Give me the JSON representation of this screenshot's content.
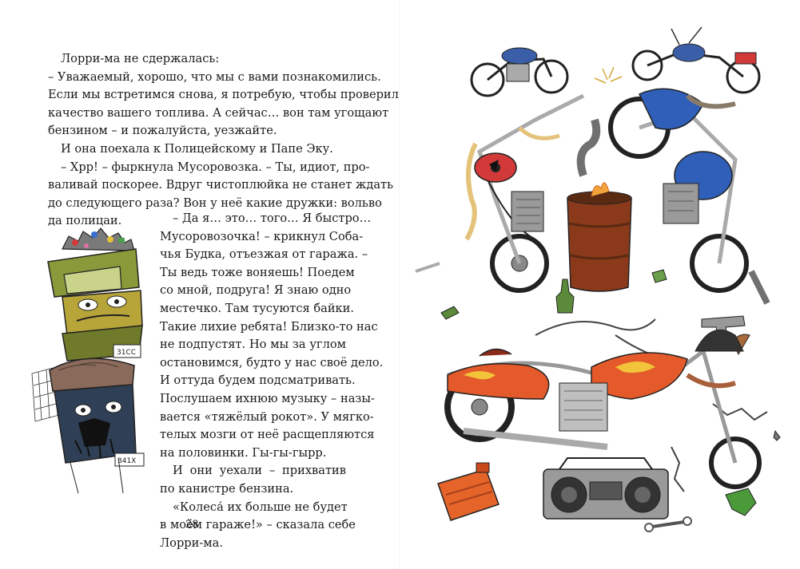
{
  "book": {
    "left_page": {
      "page_number": "28",
      "top_lines": [
        "Лорри-ма не сдержалась:",
        "– Уважаемый, хорошо, что мы с вами познакомились.",
        "Если мы встретимся снова, я потребую, чтобы проверили",
        "качество вашего топлива. А сейчас… вон там угощают",
        "бензином – и пожалуйста, уезжайте.",
        "И она поехала к Полицейскому и Папе Эку.",
        "– Хрр! – фыркнула Мусоровозка. – Ты, идиот, про-",
        "валивай поскорее. Вдруг чистоплюйка не станет ждать",
        "до следующего раза? Вон у неё какие дружки: вольво",
        "да полицаи."
      ],
      "column_lines": [
        "– Да я… это… того… Я быстро…",
        "Мусоровозочка! – крикнул Соба-",
        "чья Будка, отъезжая от гаража. –",
        "Ты ведь тоже воняешь! Поедем",
        "со мной, подруга! Я знаю одно",
        "местечко. Там тусуются байки.",
        "Такие лихие ребята! Близко-то нас",
        "не подпустят. Но мы за углом",
        "остановимся, будто у нас своё дело.",
        "И оттуда будем подсматривать.",
        "Послушаем ихнюю музыку – назы-",
        "вается «тяжёлый рокот». У мягко-",
        "телых мозги от неё расщепляются",
        "на половинки. Гы-гы-гырр.",
        "И они уехали – прихватив",
        "по канистре бензина.",
        "«Колеса́ их больше не будет",
        "в моём гараже!» – сказала себе",
        "Лорри-ма."
      ],
      "illustration": {
        "plate_top": "31CC",
        "plate_bottom": "341X"
      }
    }
  }
}
